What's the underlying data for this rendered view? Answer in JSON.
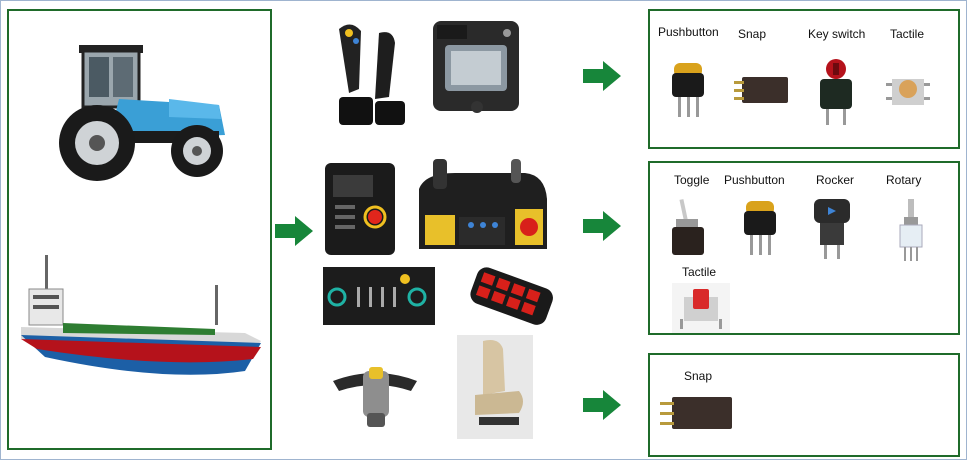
{
  "colors": {
    "box_border": "#1f6b2a",
    "arrow": "#17863a",
    "frame_border": "#9fb4cf"
  },
  "applications": {
    "left_items": [
      "tractor",
      "cargo-ship"
    ],
    "middle_rows": [
      [
        "joystick-controls",
        "armrest-control-panel"
      ],
      [
        "control-box",
        "ergonomic-control-panel",
        "switch-panel",
        "radio-remote-control"
      ],
      [
        "handlebar-controller",
        "car-seat"
      ]
    ]
  },
  "row1": {
    "labels": [
      "Pushbutton",
      "Snap",
      "Key switch",
      "Tactile"
    ]
  },
  "row2": {
    "labels": [
      "Toggle",
      "Pushbutton",
      "Rocker",
      "Rotary"
    ],
    "labels_second_line": [
      "Tactile"
    ]
  },
  "row3": {
    "labels": [
      "Snap"
    ]
  }
}
